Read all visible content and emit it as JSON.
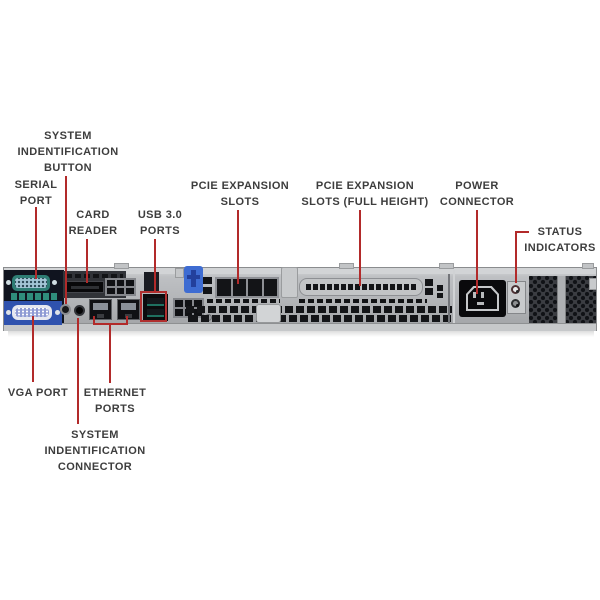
{
  "labels": {
    "system_id_button": [
      "SYSTEM",
      "INDENTIFICATION",
      "BUTTON"
    ],
    "serial_port": [
      "SERIAL",
      "PORT"
    ],
    "card_reader": [
      "CARD",
      "READER"
    ],
    "usb_ports": [
      "USB 3.0",
      "PORTS"
    ],
    "pcie_slots": [
      "PCIE EXPANSION",
      "SLOTS"
    ],
    "pcie_slots_full": [
      "PCIE EXPANSION",
      "SLOTS (FULL HEIGHT)"
    ],
    "power_connector": [
      "POWER",
      "CONNECTOR"
    ],
    "status_indicators": [
      "STATUS",
      "INDICATORS"
    ],
    "vga_port": [
      "VGA PORT"
    ],
    "ethernet_ports": [
      "ETHERNET",
      "PORTS"
    ],
    "system_id_connector": [
      "SYSTEM",
      "INDENTIFICATION",
      "CONNECTOR"
    ]
  },
  "colors": {
    "leader_line": "#b22a2a",
    "label_text": "#3d3d3d",
    "usb_highlight_box": "#b03030",
    "vga_panel_blue": "#2f52ae",
    "serial_teal": "#2e7d74",
    "riser_latch_blue": "#3e6cd2"
  }
}
